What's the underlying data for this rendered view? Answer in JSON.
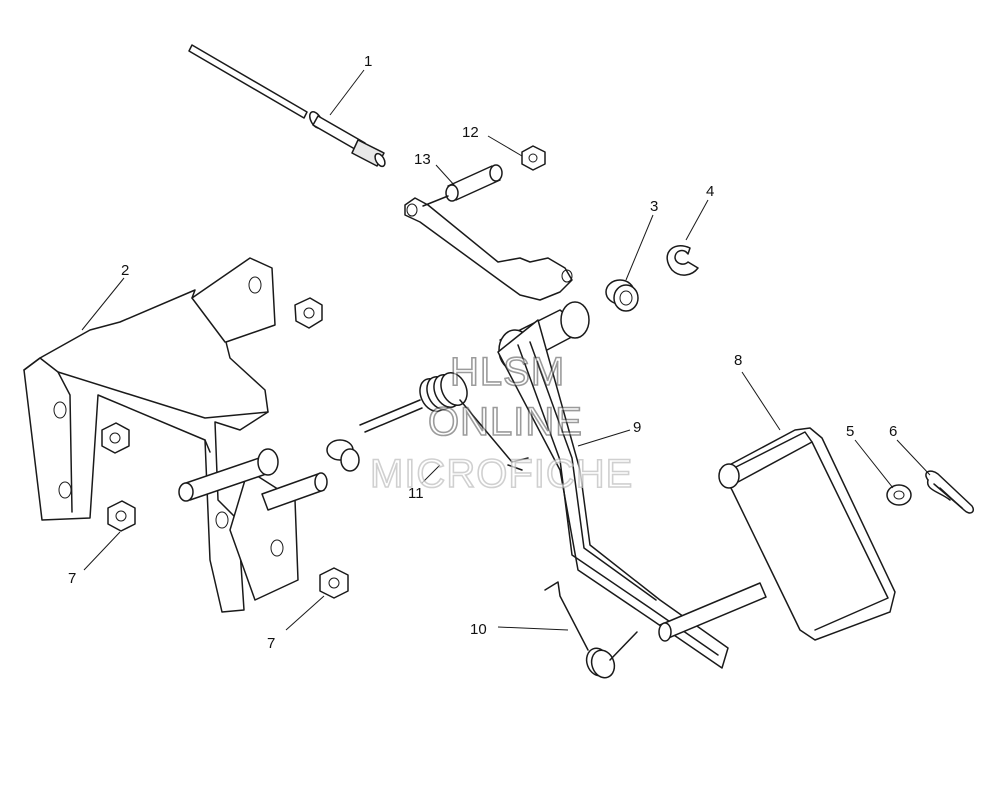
{
  "callouts": {
    "c1": "1",
    "c2": "2",
    "c3": "3",
    "c4": "4",
    "c5": "5",
    "c6": "6",
    "c7a": "7",
    "c7b": "7",
    "c8": "8",
    "c9": "9",
    "c10": "10",
    "c11": "11",
    "c12": "12",
    "c13": "13"
  },
  "watermark": {
    "line1": "HLSM",
    "line2": "ONLINE",
    "line3": "MICROFICHE"
  }
}
